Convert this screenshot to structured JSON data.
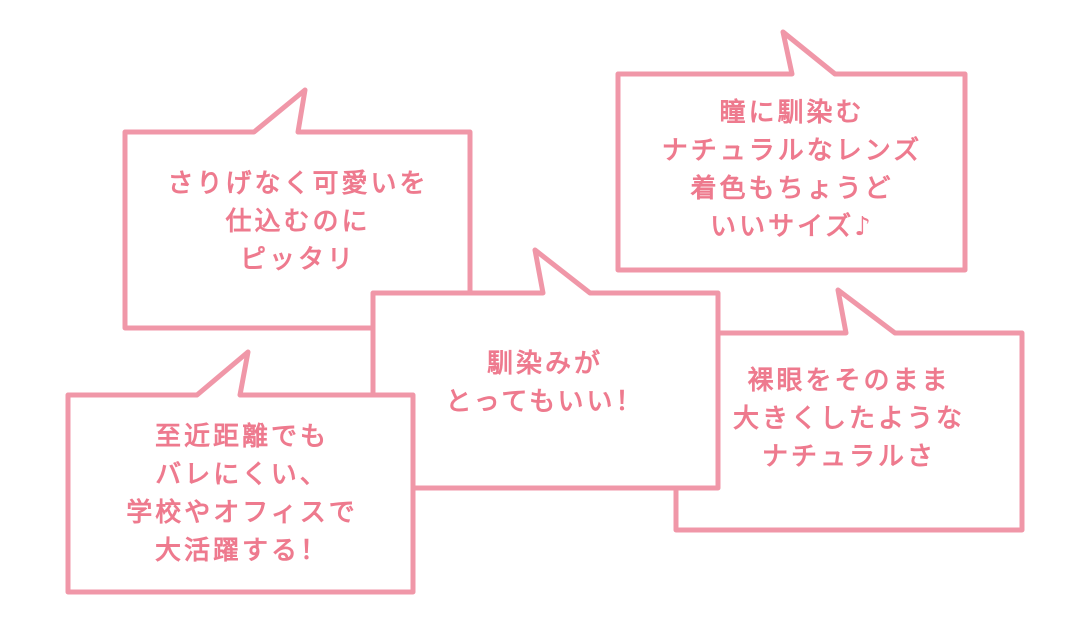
{
  "colors": {
    "stroke": "#f097a8",
    "text": "#ee7a8e",
    "fill": "#ffffff"
  },
  "bubbles": [
    {
      "id": "top-left",
      "lines": [
        "さりげなく可愛いを",
        "仕込むのに",
        "ピッタリ"
      ]
    },
    {
      "id": "top-right",
      "lines": [
        "瞳に馴染む",
        "ナチュラルなレンズ",
        "着色もちょうど",
        "いいサイズ♪"
      ]
    },
    {
      "id": "center",
      "lines": [
        "馴染みが",
        "とってもいい！"
      ]
    },
    {
      "id": "right",
      "lines": [
        "裸眼をそのまま",
        "大きくしたような",
        "ナチュラルさ"
      ]
    },
    {
      "id": "bottom-left",
      "lines": [
        "至近距離でも",
        "バレにくい、",
        "学校やオフィスで",
        "大活躍する！"
      ]
    }
  ]
}
